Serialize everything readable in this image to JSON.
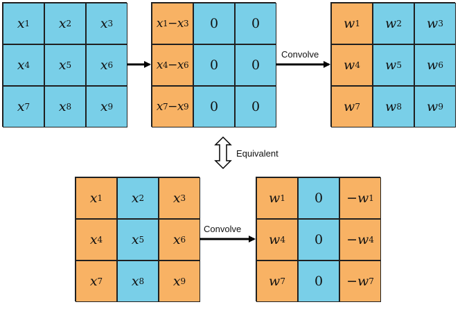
{
  "colors": {
    "orange": "#f8b264",
    "blue": "#79cfe8",
    "line": "#1f1f1f"
  },
  "labels": {
    "convolve_top": "Convolve",
    "equivalent": "Equivalent",
    "convolve_bottom": "Convolve"
  },
  "grids": [
    {
      "id": "input-top",
      "cells": [
        {
          "t": "x",
          "s": "1",
          "c": "blue"
        },
        {
          "t": "x",
          "s": "2",
          "c": "blue"
        },
        {
          "t": "x",
          "s": "3",
          "c": "blue"
        },
        {
          "t": "x",
          "s": "4",
          "c": "blue"
        },
        {
          "t": "x",
          "s": "5",
          "c": "blue"
        },
        {
          "t": "x",
          "s": "6",
          "c": "blue"
        },
        {
          "t": "x",
          "s": "7",
          "c": "blue"
        },
        {
          "t": "x",
          "s": "8",
          "c": "blue"
        },
        {
          "t": "x",
          "s": "9",
          "c": "blue"
        }
      ]
    },
    {
      "id": "difference-top",
      "cells": [
        {
          "t": "x",
          "s": "1",
          "t2": "−x",
          "s2": "3",
          "c": "orange"
        },
        {
          "t": "0",
          "c": "blue",
          "num": true
        },
        {
          "t": "0",
          "c": "blue",
          "num": true
        },
        {
          "t": "x",
          "s": "4",
          "t2": "−x",
          "s2": "6",
          "c": "orange"
        },
        {
          "t": "0",
          "c": "blue",
          "num": true
        },
        {
          "t": "0",
          "c": "blue",
          "num": true
        },
        {
          "t": "x",
          "s": "7",
          "t2": "−x",
          "s2": "9",
          "c": "orange"
        },
        {
          "t": "0",
          "c": "blue",
          "num": true
        },
        {
          "t": "0",
          "c": "blue",
          "num": true
        }
      ]
    },
    {
      "id": "kernel-top",
      "cells": [
        {
          "t": "w",
          "s": "1",
          "c": "orange"
        },
        {
          "t": "w",
          "s": "2",
          "c": "blue"
        },
        {
          "t": "w",
          "s": "3",
          "c": "blue"
        },
        {
          "t": "w",
          "s": "4",
          "c": "orange"
        },
        {
          "t": "w",
          "s": "5",
          "c": "blue"
        },
        {
          "t": "w",
          "s": "6",
          "c": "blue"
        },
        {
          "t": "w",
          "s": "7",
          "c": "orange"
        },
        {
          "t": "w",
          "s": "8",
          "c": "blue"
        },
        {
          "t": "w",
          "s": "9",
          "c": "blue"
        }
      ]
    },
    {
      "id": "input-bottom",
      "cells": [
        {
          "t": "x",
          "s": "1",
          "c": "orange"
        },
        {
          "t": "x",
          "s": "2",
          "c": "blue"
        },
        {
          "t": "x",
          "s": "3",
          "c": "orange"
        },
        {
          "t": "x",
          "s": "4",
          "c": "orange"
        },
        {
          "t": "x",
          "s": "5",
          "c": "blue"
        },
        {
          "t": "x",
          "s": "6",
          "c": "orange"
        },
        {
          "t": "x",
          "s": "7",
          "c": "orange"
        },
        {
          "t": "x",
          "s": "8",
          "c": "blue"
        },
        {
          "t": "x",
          "s": "9",
          "c": "orange"
        }
      ]
    },
    {
      "id": "kernel-bottom",
      "cells": [
        {
          "t": "w",
          "s": "1",
          "c": "orange"
        },
        {
          "t": "0",
          "c": "blue",
          "num": true
        },
        {
          "t": "−w",
          "s": "1",
          "c": "orange"
        },
        {
          "t": "w",
          "s": "4",
          "c": "orange"
        },
        {
          "t": "0",
          "c": "blue",
          "num": true
        },
        {
          "t": "−w",
          "s": "4",
          "c": "orange"
        },
        {
          "t": "w",
          "s": "7",
          "c": "orange"
        },
        {
          "t": "0",
          "c": "blue",
          "num": true
        },
        {
          "t": "−w",
          "s": "7",
          "c": "orange"
        }
      ]
    }
  ]
}
